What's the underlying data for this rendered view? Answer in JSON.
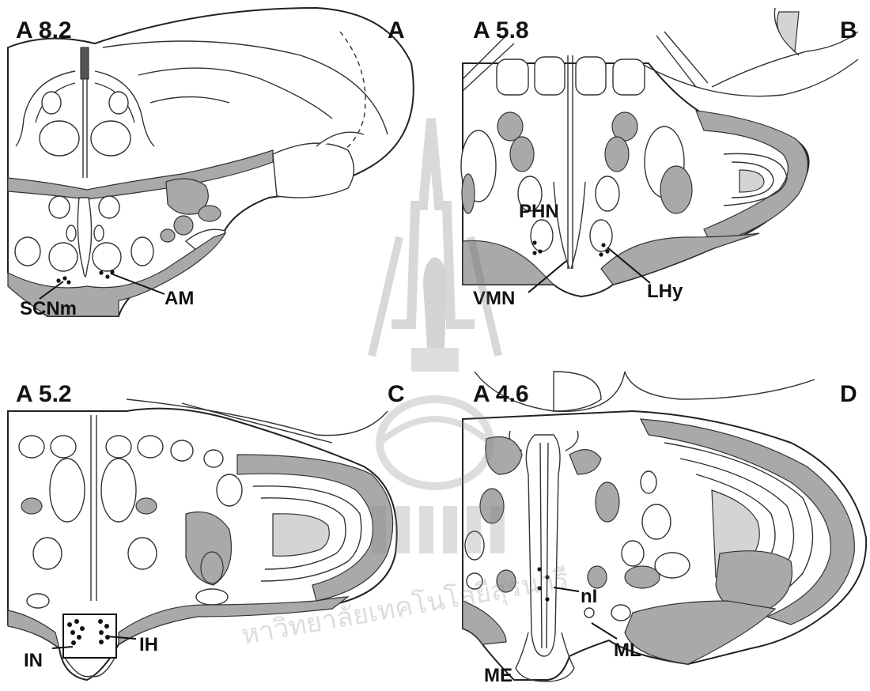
{
  "panels": [
    {
      "id": "A",
      "section": "A 8.2",
      "letter": "A",
      "labels": [
        "SCNm",
        "AM"
      ]
    },
    {
      "id": "B",
      "section": "A 5.8",
      "letter": "B",
      "labels": [
        "PHN",
        "VMN",
        "LHy"
      ]
    },
    {
      "id": "C",
      "section": "A 5.2",
      "letter": "C",
      "labels": [
        "IN",
        "IH"
      ]
    },
    {
      "id": "D",
      "section": "A 4.6",
      "letter": "D",
      "labels": [
        "nI",
        "ML",
        "ME"
      ]
    }
  ],
  "watermark": {
    "text": "หาวิทยาลัยเทคโนโลยีสุรนารี",
    "color": "#888888"
  }
}
